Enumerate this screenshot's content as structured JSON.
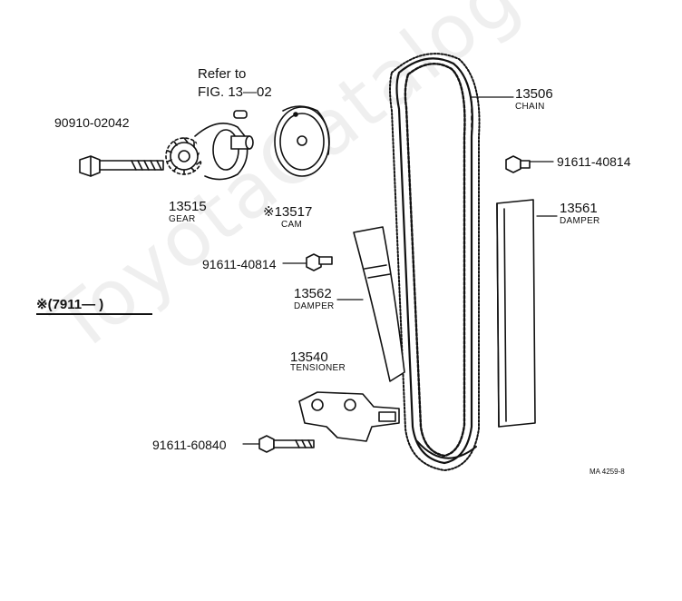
{
  "watermark": "ToyotaCatalogue.ru",
  "reference": {
    "line1": "Refer to",
    "line2": "FIG. 13—02"
  },
  "labels": {
    "bolt_top": "90910-02042",
    "gear_num": "13515",
    "gear_name": "GEAR",
    "cam_num": "※13517",
    "cam_name": "CAM",
    "chain_num": "13506",
    "chain_name": "CHAIN",
    "bolt_right": "91611-40814",
    "damper_r_num": "13561",
    "damper_r_name": "DAMPER",
    "bolt_mid": "91611-40814",
    "damper_l_num": "13562",
    "damper_l_name": "DAMPER",
    "tensioner_num": "13540",
    "tensioner_name": "TENSIONER",
    "bolt_bottom": "91611-60840",
    "fig_code": "MA 4259-8"
  },
  "note": {
    "text": "※(7911—       )"
  },
  "colors": {
    "ink": "#111111",
    "paper": "#ffffff"
  }
}
